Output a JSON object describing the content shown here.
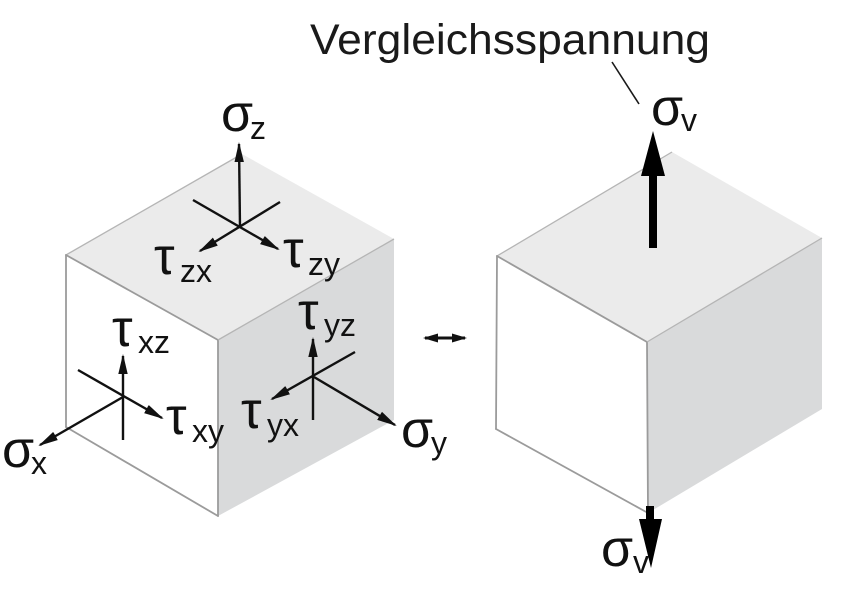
{
  "title": "Vergleichsspannung",
  "labels": {
    "sigma_z": {
      "main": "σ",
      "sub": "z"
    },
    "tau_zx": {
      "main": "τ",
      "sub": "zx"
    },
    "tau_zy": {
      "main": "τ",
      "sub": "zy"
    },
    "tau_xz": {
      "main": "τ",
      "sub": "xz"
    },
    "tau_xy": {
      "main": "τ",
      "sub": "xy"
    },
    "sigma_x": {
      "main": "σ",
      "sub": "x"
    },
    "tau_yz": {
      "main": "τ",
      "sub": "yz"
    },
    "tau_yx": {
      "main": "τ",
      "sub": "yx"
    },
    "sigma_y": {
      "main": "σ",
      "sub": "y"
    },
    "sigma_v_top": {
      "main": "σ",
      "sub": "v"
    },
    "sigma_v_bottom": {
      "main": "σ",
      "sub": "v"
    }
  },
  "colors": {
    "background": "#ffffff",
    "cube_top_face": "#ebebeb",
    "cube_side_face": "#d9dadb",
    "cube_front_face": "#ffffff",
    "cube_edge": "#9b9b9b",
    "ink": "#111111"
  }
}
